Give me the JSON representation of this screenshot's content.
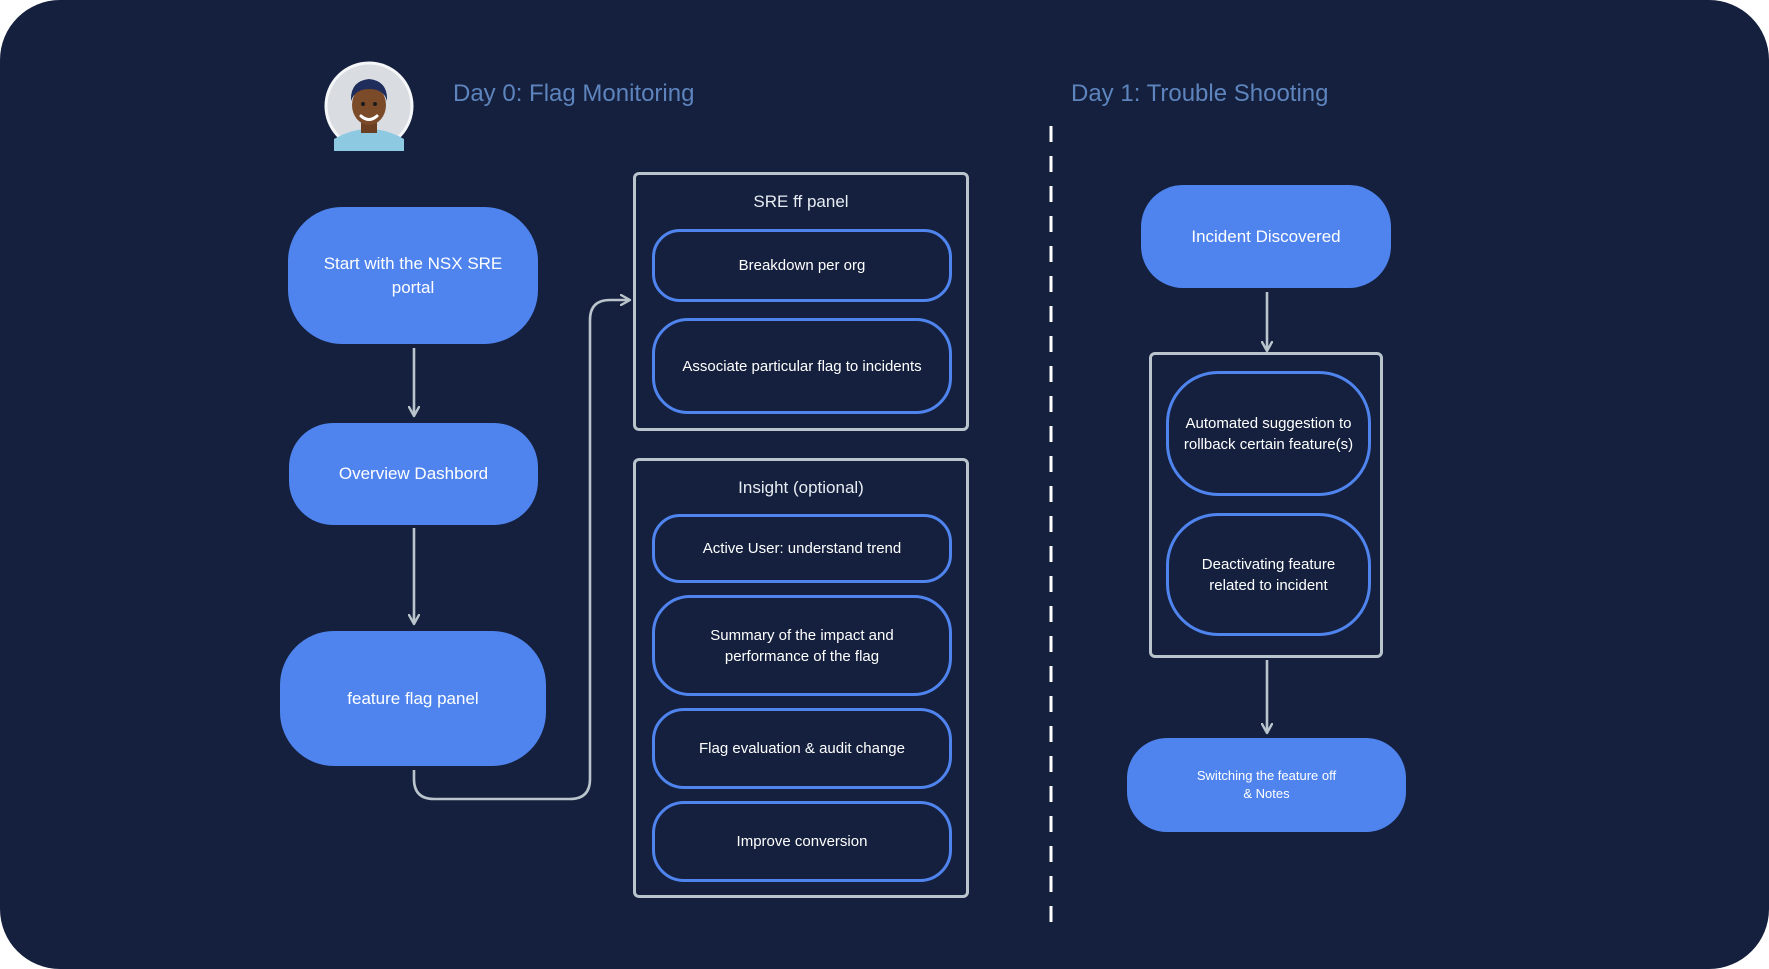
{
  "colors": {
    "background": "#14203d",
    "node_fill": "#4f84ee",
    "pill_border": "#4f84ee",
    "panel_border": "#b9c4cc",
    "heading": "#5e84bd",
    "connector": "#b9c4cc",
    "divider": "#ffffff"
  },
  "avatar": {
    "icon": "person-avatar-icon"
  },
  "headings": {
    "day0": "Day 0: Flag Monitoring",
    "day1": "Day 1: Trouble Shooting"
  },
  "day0": {
    "steps": {
      "start": "Start with the NSX SRE portal",
      "overview": "Overview Dashbord",
      "feature_panel": "feature flag panel"
    },
    "sre_panel": {
      "title": "SRE ff panel",
      "items": [
        "Breakdown per org",
        "Associate particular flag to incidents"
      ]
    },
    "insight_panel": {
      "title": "Insight (optional)",
      "items": [
        "Active User: understand trend",
        "Summary of the impact and performance of the flag",
        "Flag evaluation & audit change",
        "Improve conversion"
      ]
    }
  },
  "day1": {
    "incident": "Incident Discovered",
    "actions": [
      "Automated suggestion to rollback certain feature(s)",
      "Deactivating feature related to incident"
    ],
    "final": "Switching the feature off & Notes"
  }
}
